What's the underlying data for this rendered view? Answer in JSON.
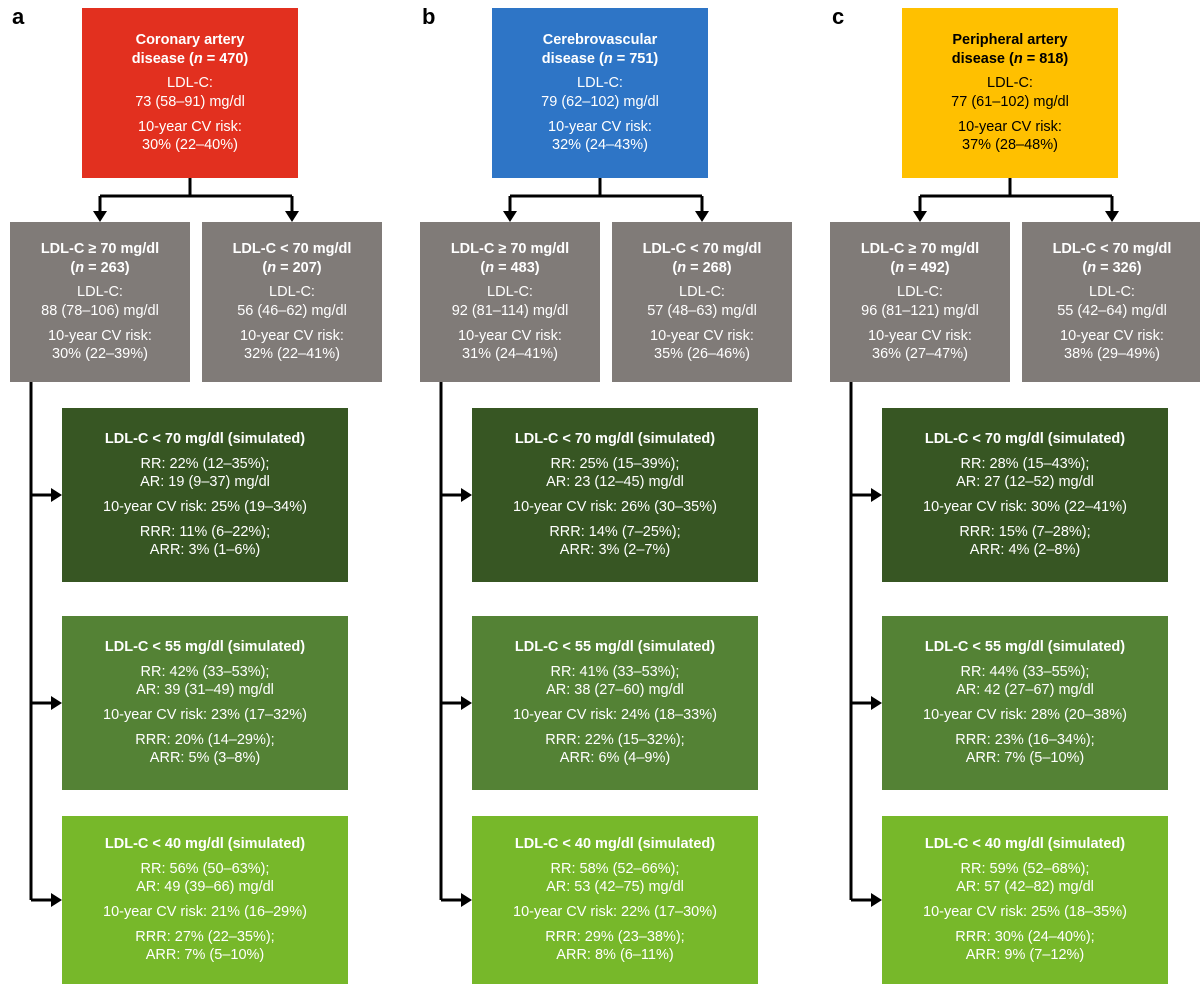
{
  "panels": [
    {
      "letter": "a",
      "color": "#e2301f",
      "text_color": "#ffffff",
      "top": {
        "title1": "Coronary artery",
        "title2_prefix": "disease (",
        "title2_n": "n",
        "title2_suffix": " = 470)",
        "ldl_label": "LDL-C:",
        "ldl_value": "73 (58–91) mg/dl",
        "risk_label": "10-year CV risk:",
        "risk_value": "30% (22–40%)"
      },
      "splits": [
        {
          "title": "LDL-C ≥ 70 mg/dl",
          "n_prefix": "(",
          "n_sym": "n",
          "n_suffix": " = 263)",
          "ldl_label": "LDL-C:",
          "ldl_value": "88 (78–106) mg/dl",
          "risk_label": "10-year CV risk:",
          "risk_value": "30% (22–39%)"
        },
        {
          "title": "LDL-C < 70 mg/dl",
          "n_prefix": "(",
          "n_sym": "n",
          "n_suffix": " = 207)",
          "ldl_label": "LDL-C:",
          "ldl_value": "56 (46–62) mg/dl",
          "risk_label": "10-year CV risk:",
          "risk_value": "32% (22–41%)"
        }
      ],
      "sims": [
        {
          "title": "LDL-C < 70 mg/dl  (simulated)",
          "rr": "RR: 22% (12–35%);",
          "ar": "AR: 19 (9–37) mg/dl",
          "risk": "10-year CV risk: 25% (19–34%)",
          "rrr": "RRR: 11% (6–22%);",
          "arr": "ARR: 3% (1–6%)"
        },
        {
          "title": "LDL-C < 55 mg/dl (simulated)",
          "rr": "RR: 42% (33–53%);",
          "ar": "AR: 39 (31–49) mg/dl",
          "risk": "10-year CV risk: 23% (17–32%)",
          "rrr": "RRR: 20% (14–29%);",
          "arr": "ARR: 5% (3–8%)"
        },
        {
          "title": "LDL-C < 40 mg/dl (simulated)",
          "rr": "RR: 56% (50–63%);",
          "ar": "AR: 49 (39–66) mg/dl",
          "risk": "10-year CV risk: 21% (16–29%)",
          "rrr": "RRR: 27% (22–35%);",
          "arr": "ARR: 7% (5–10%)"
        }
      ]
    },
    {
      "letter": "b",
      "color": "#2e75c6",
      "text_color": "#ffffff",
      "top": {
        "title1": "Cerebrovascular",
        "title2_prefix": "disease (",
        "title2_n": "n",
        "title2_suffix": " = 751)",
        "ldl_label": "LDL-C:",
        "ldl_value": "79 (62–102) mg/dl",
        "risk_label": "10-year CV risk:",
        "risk_value": "32% (24–43%)"
      },
      "splits": [
        {
          "title": "LDL-C ≥ 70 mg/dl",
          "n_prefix": "(",
          "n_sym": "n",
          "n_suffix": " = 483)",
          "ldl_label": "LDL-C:",
          "ldl_value": "92 (81–114) mg/dl",
          "risk_label": "10-year CV risk:",
          "risk_value": "31% (24–41%)"
        },
        {
          "title": "LDL-C < 70 mg/dl",
          "n_prefix": "(",
          "n_sym": "n",
          "n_suffix": " = 268)",
          "ldl_label": "LDL-C:",
          "ldl_value": "57 (48–63) mg/dl",
          "risk_label": "10-year CV risk:",
          "risk_value": "35% (26–46%)"
        }
      ],
      "sims": [
        {
          "title": "LDL-C < 70 mg/dl  (simulated)",
          "rr": "RR: 25% (15–39%);",
          "ar": "AR: 23 (12–45) mg/dl",
          "risk": "10-year CV risk: 26% (30–35%)",
          "rrr": "RRR: 14% (7–25%);",
          "arr": "ARR: 3% (2–7%)"
        },
        {
          "title": "LDL-C < 55 mg/dl (simulated)",
          "rr": "RR: 41% (33–53%);",
          "ar": "AR: 38 (27–60) mg/dl",
          "risk": "10-year CV risk: 24% (18–33%)",
          "rrr": "RRR: 22% (15–32%);",
          "arr": "ARR: 6% (4–9%)"
        },
        {
          "title": "LDL-C < 40 mg/dl (simulated)",
          "rr": "RR: 58% (52–66%);",
          "ar": "AR: 53 (42–75) mg/dl",
          "risk": "10-year CV risk: 22% (17–30%)",
          "rrr": "RRR: 29% (23–38%);",
          "arr": "ARR: 8% (6–11%)"
        }
      ]
    },
    {
      "letter": "c",
      "color": "#ffc000",
      "text_color": "#000000",
      "top": {
        "title1": "Peripheral artery",
        "title2_prefix": "disease (",
        "title2_n": "n",
        "title2_suffix": " = 818)",
        "ldl_label": "LDL-C:",
        "ldl_value": "77 (61–102) mg/dl",
        "risk_label": "10-year CV risk:",
        "risk_value": "37% (28–48%)"
      },
      "splits": [
        {
          "title": "LDL-C ≥ 70 mg/dl",
          "n_prefix": "(",
          "n_sym": "n",
          "n_suffix": " = 492)",
          "ldl_label": "LDL-C:",
          "ldl_value": "96 (81–121) mg/dl",
          "risk_label": "10-year CV risk:",
          "risk_value": "36% (27–47%)"
        },
        {
          "title": "LDL-C < 70 mg/dl",
          "n_prefix": "(",
          "n_sym": "n",
          "n_suffix": " = 326)",
          "ldl_label": "LDL-C:",
          "ldl_value": "55 (42–64) mg/dl",
          "risk_label": "10-year CV risk:",
          "risk_value": "38% (29–49%)"
        }
      ],
      "sims": [
        {
          "title": "LDL-C < 70 mg/dl  (simulated)",
          "rr": "RR: 28% (15–43%);",
          "ar": "AR: 27 (12–52) mg/dl",
          "risk": "10-year CV risk: 30% (22–41%)",
          "rrr": "RRR: 15% (7–28%);",
          "arr": "ARR: 4% (2–8%)"
        },
        {
          "title": "LDL-C < 55 mg/dl (simulated)",
          "rr": "RR: 44% (33–55%);",
          "ar": "AR: 42 (27–67) mg/dl",
          "risk": "10-year CV risk: 28% (20–38%)",
          "rrr": "RRR: 23% (16–34%);",
          "arr": "ARR: 7% (5–10%)"
        },
        {
          "title": "LDL-C < 40 mg/dl (simulated)",
          "rr": "RR: 59% (52–68%);",
          "ar": "AR: 57 (42–82) mg/dl",
          "risk": "10-year CV risk: 25% (18–35%)",
          "rrr": "RRR: 30% (24–40%);",
          "arr": "ARR: 9% (7–12%)"
        }
      ]
    }
  ]
}
